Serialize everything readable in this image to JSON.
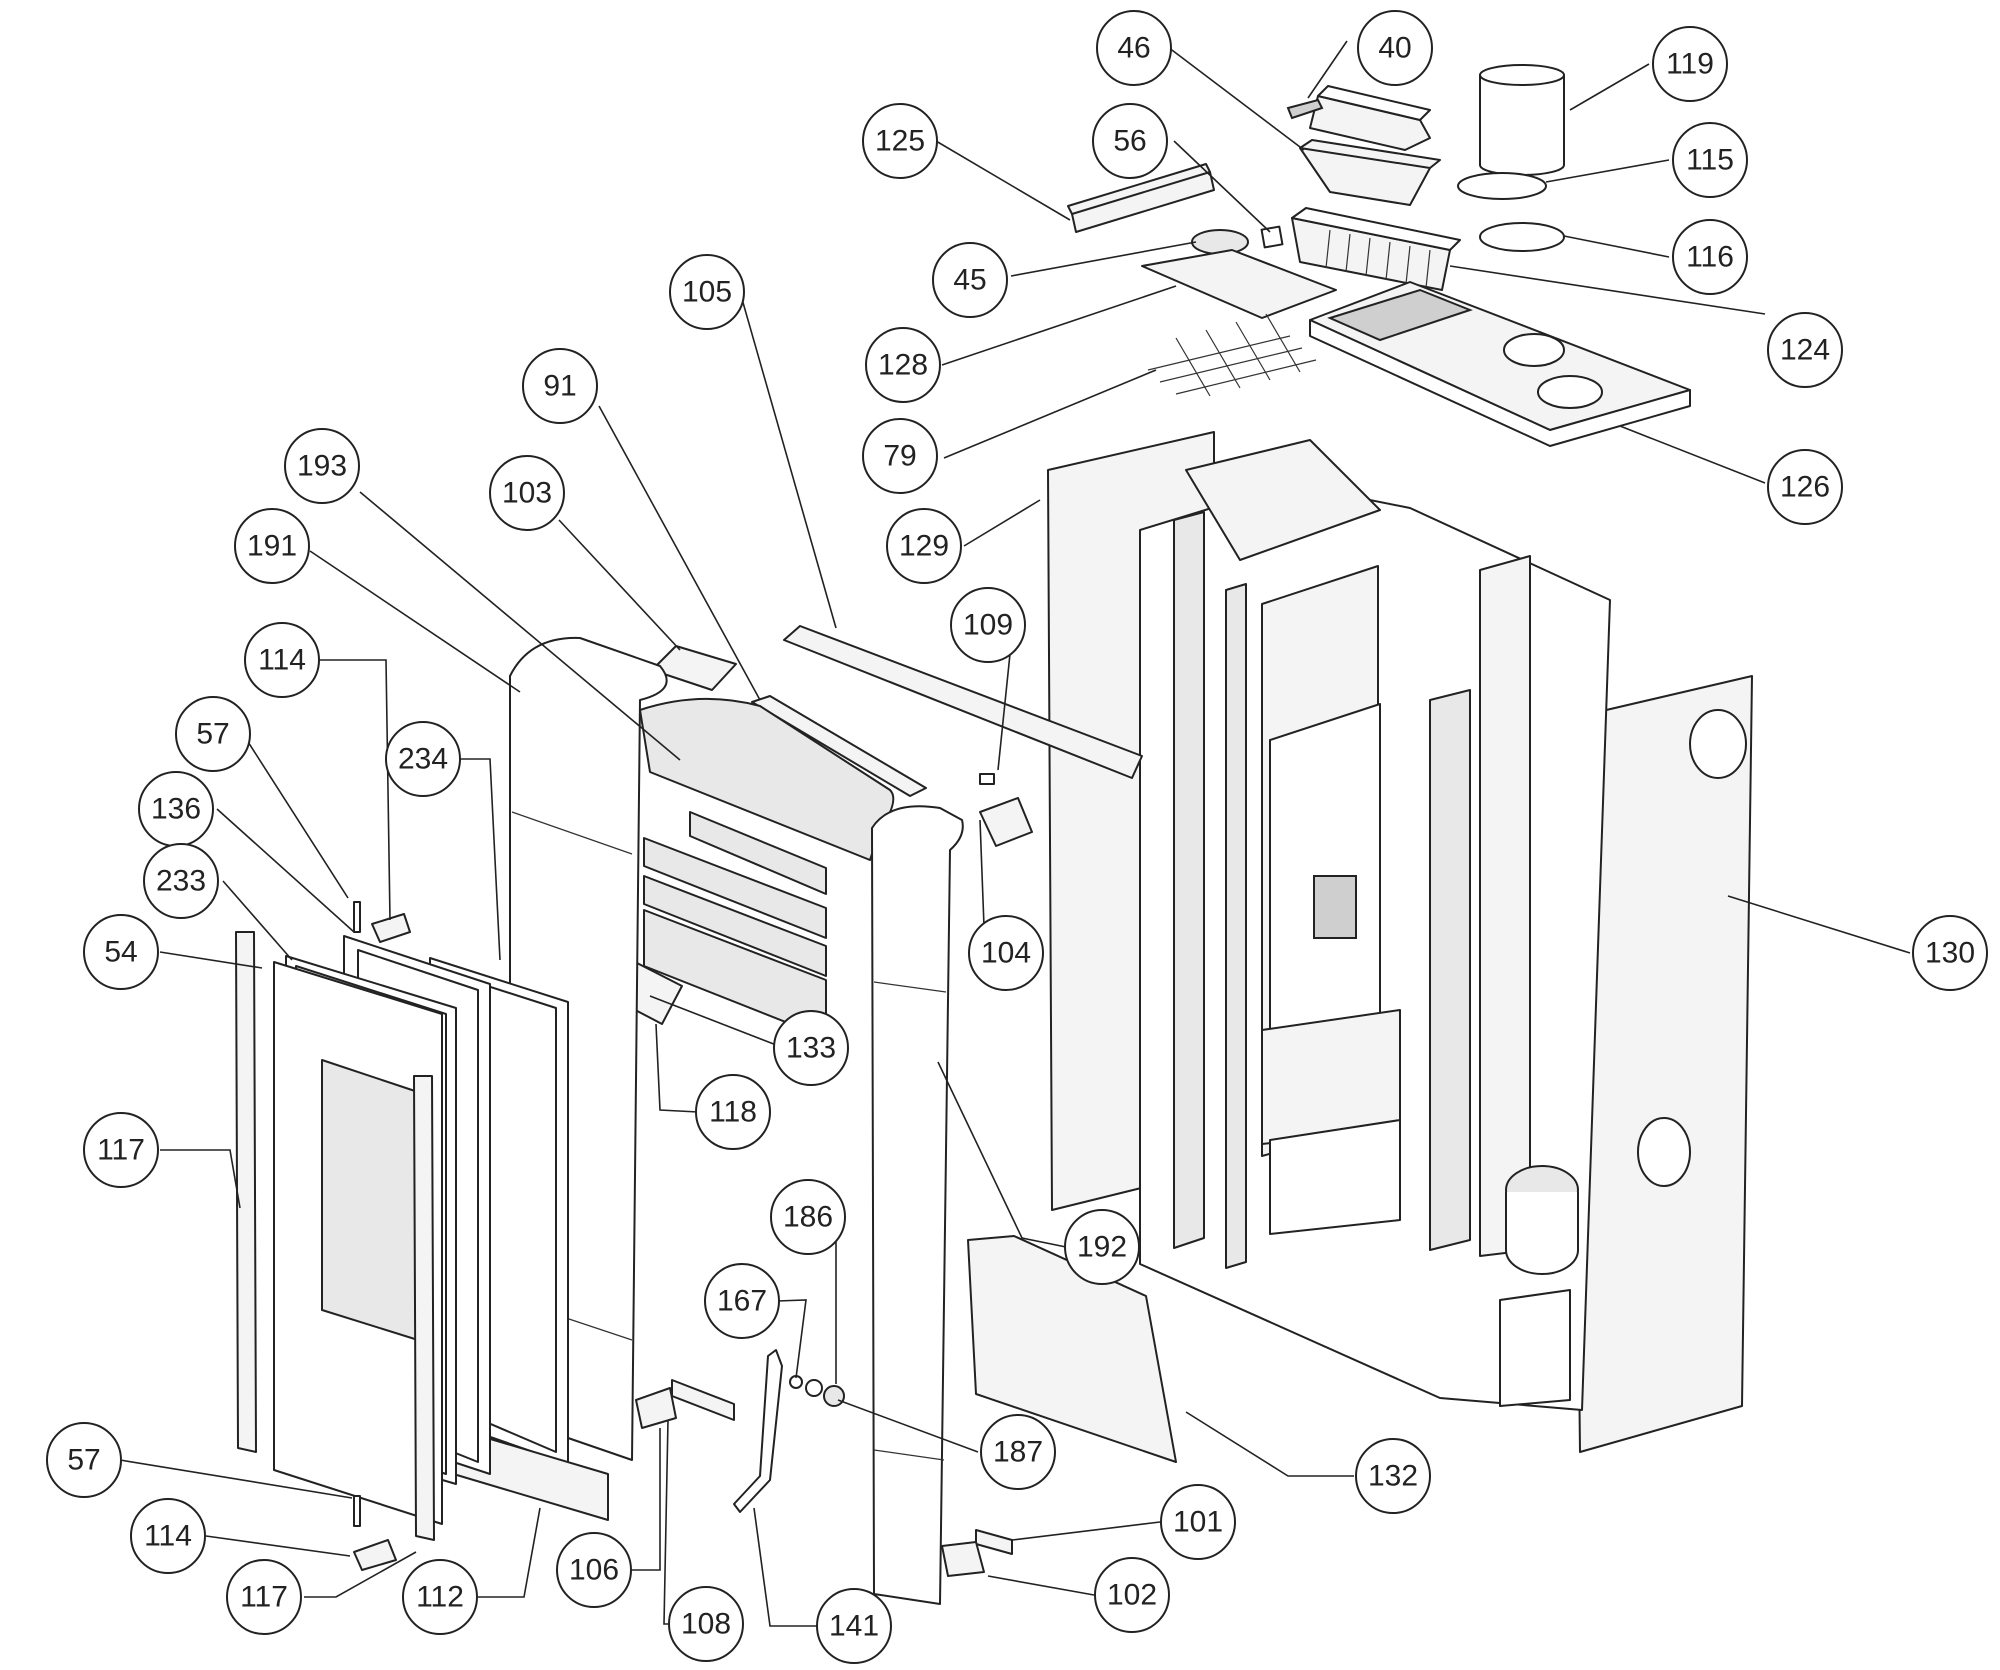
{
  "diagram": {
    "callouts": [
      {
        "id": "c46",
        "label": "46"
      },
      {
        "id": "c40",
        "label": "40"
      },
      {
        "id": "c119",
        "label": "119"
      },
      {
        "id": "c125",
        "label": "125"
      },
      {
        "id": "c56",
        "label": "56"
      },
      {
        "id": "c115",
        "label": "115"
      },
      {
        "id": "c45",
        "label": "45"
      },
      {
        "id": "c116",
        "label": "116"
      },
      {
        "id": "c105",
        "label": "105"
      },
      {
        "id": "c128",
        "label": "128"
      },
      {
        "id": "c124",
        "label": "124"
      },
      {
        "id": "c91",
        "label": "91"
      },
      {
        "id": "c79",
        "label": "79"
      },
      {
        "id": "c126",
        "label": "126"
      },
      {
        "id": "c193",
        "label": "193"
      },
      {
        "id": "c103",
        "label": "103"
      },
      {
        "id": "c129",
        "label": "129"
      },
      {
        "id": "c191",
        "label": "191"
      },
      {
        "id": "c109",
        "label": "109"
      },
      {
        "id": "c114a",
        "label": "114"
      },
      {
        "id": "c57a",
        "label": "57"
      },
      {
        "id": "c234",
        "label": "234"
      },
      {
        "id": "c136",
        "label": "136"
      },
      {
        "id": "c233",
        "label": "233"
      },
      {
        "id": "c104",
        "label": "104"
      },
      {
        "id": "c130",
        "label": "130"
      },
      {
        "id": "c54",
        "label": "54"
      },
      {
        "id": "c133",
        "label": "133"
      },
      {
        "id": "c118",
        "label": "118"
      },
      {
        "id": "c117a",
        "label": "117"
      },
      {
        "id": "c186",
        "label": "186"
      },
      {
        "id": "c192",
        "label": "192"
      },
      {
        "id": "c167",
        "label": "167"
      },
      {
        "id": "c187",
        "label": "187"
      },
      {
        "id": "c132",
        "label": "132"
      },
      {
        "id": "c57b",
        "label": "57"
      },
      {
        "id": "c101",
        "label": "101"
      },
      {
        "id": "c114b",
        "label": "114"
      },
      {
        "id": "c106",
        "label": "106"
      },
      {
        "id": "c102",
        "label": "102"
      },
      {
        "id": "c117b",
        "label": "117"
      },
      {
        "id": "c112",
        "label": "112"
      },
      {
        "id": "c108",
        "label": "108"
      },
      {
        "id": "c141",
        "label": "141"
      }
    ]
  }
}
